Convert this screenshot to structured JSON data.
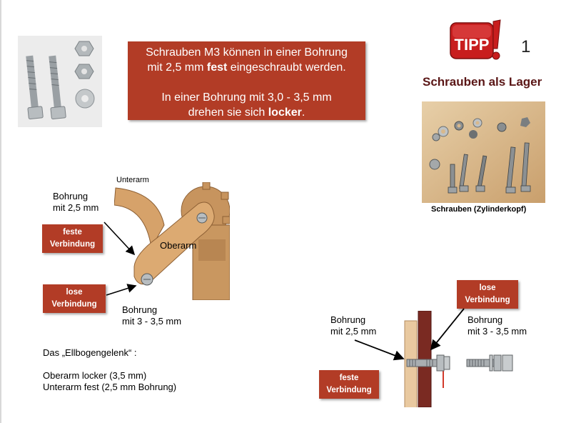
{
  "colors": {
    "accent_red": "#b23c26",
    "title_dark_red": "#5a1616"
  },
  "infobox": {
    "line1": "Schrauben M3 können in einer Bohrung",
    "line2_pre": "mit 2,5 mm ",
    "line2_bold": "fest",
    "line2_post": " eingeschraubt werden.",
    "line3": "In einer Bohrung mit 3,0 - 3,5 mm",
    "line4_pre": "drehen sie sich ",
    "line4_bold": "locker",
    "line4_post": "."
  },
  "header": {
    "tipp_badge": "TIPP",
    "slide_number": "1",
    "title": "Schrauben als Lager"
  },
  "photo_caption": "Schrauben (Zylinderkopf)",
  "arm_figure": {
    "unterarm_label": "Unterarm",
    "oberarm_label": "Oberarm",
    "bohrung_top_l1": "Bohrung",
    "bohrung_top_l2": "mit 2,5 mm",
    "bohrung_bottom_l1": "Bohrung",
    "bohrung_bottom_l2": "mit 3 - 3,5 mm",
    "feste_l1": "feste",
    "feste_l2": "Verbindung",
    "lose_l1": "lose",
    "lose_l2": "Verbindung"
  },
  "screw_diagram": {
    "bohrung_left_l1": "Bohrung",
    "bohrung_left_l2": "mit 2,5 mm",
    "bohrung_right_l1": "Bohrung",
    "bohrung_right_l2": "mit 3 - 3,5 mm",
    "lose_l1": "lose",
    "lose_l2": "Verbindung",
    "feste_l1": "feste",
    "feste_l2": "Verbindung"
  },
  "note": {
    "line1": "Das „Ellbogengelenk“ :",
    "line2": "Oberarm locker (3,5 mm)",
    "line3": "Unterarm fest (2,5 mm Bohrung)"
  }
}
